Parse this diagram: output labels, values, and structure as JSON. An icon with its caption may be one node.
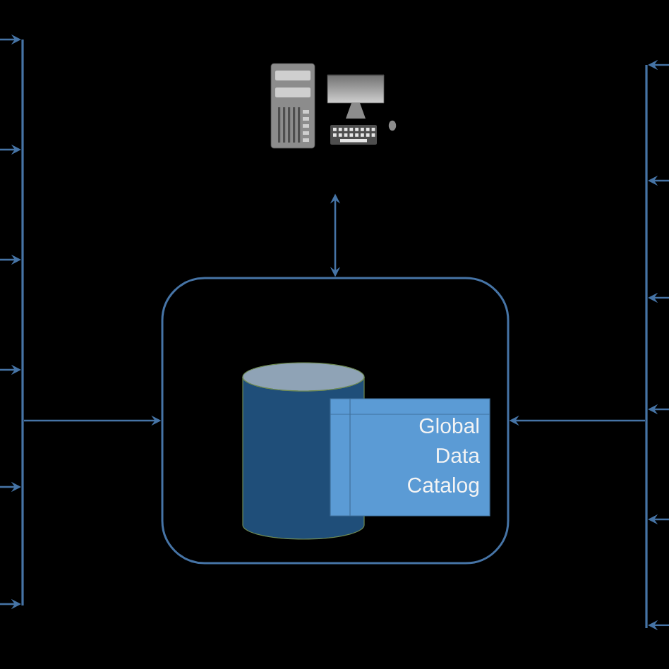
{
  "diagram": {
    "nodes": [
      {
        "text": [],
        "shape": "box"
      },
      {
        "text": [],
        "shape": "picture"
      },
      {
        "text": [],
        "shape": "cylinder",
        "in": 0
      },
      {
        "text": [
          "Global Data Catalog"
        ],
        "in": 0
      },
      {
        "text": [],
        "shape": "bar"
      },
      {
        "text": [],
        "shape": "bar"
      }
    ],
    "edges": [
      {
        "from": null,
        "to": 4,
        "arrow": "to"
      },
      {
        "from": null,
        "to": 4,
        "arrow": "to"
      },
      {
        "from": null,
        "to": 4,
        "arrow": "to"
      },
      {
        "from": null,
        "to": 4,
        "arrow": "to"
      },
      {
        "from": null,
        "to": 4,
        "arrow": "to"
      },
      {
        "from": null,
        "to": 4,
        "arrow": "to"
      },
      {
        "from": 4,
        "to": 0,
        "arrow": "to"
      },
      {
        "from": null,
        "to": 5,
        "arrow": "to"
      },
      {
        "from": null,
        "to": 5,
        "arrow": "to"
      },
      {
        "from": null,
        "to": 5,
        "arrow": "to"
      },
      {
        "from": null,
        "to": 5,
        "arrow": "to"
      },
      {
        "from": null,
        "to": 5,
        "arrow": "to"
      },
      {
        "from": null,
        "to": 5,
        "arrow": "to"
      },
      {
        "from": 5,
        "to": 0,
        "arrow": "to"
      },
      {
        "from": 1,
        "to": 0,
        "arrow": "both"
      }
    ]
  }
}
